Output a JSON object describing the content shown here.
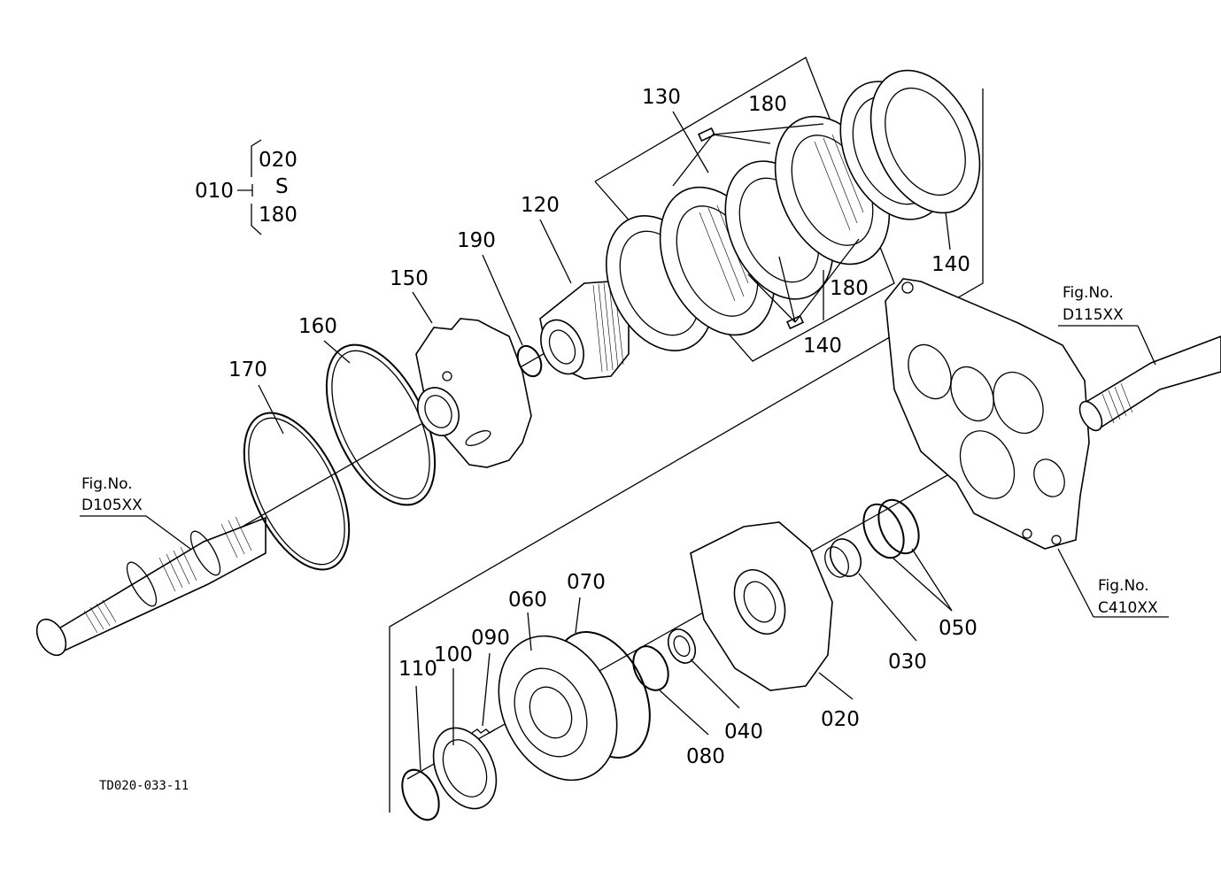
{
  "diagram": {
    "drawing_code": "TD020-033-11",
    "assembly": {
      "main": "010",
      "from": "020",
      "range_mark": "S",
      "to": "180"
    },
    "parts": {
      "p020": "020",
      "p030": "030",
      "p040": "040",
      "p050": "050",
      "p060": "060",
      "p070": "070",
      "p080": "080",
      "p090": "090",
      "p100": "100",
      "p110": "110",
      "p120": "120",
      "p130": "130",
      "p140a": "140",
      "p140b": "140",
      "p150": "150",
      "p160": "160",
      "p170": "170",
      "p180a": "180",
      "p180b": "180",
      "p190": "190"
    },
    "references": {
      "d105": {
        "line1": "Fig.No.",
        "line2": "D105XX"
      },
      "d115": {
        "line1": "Fig.No.",
        "line2": "D115XX"
      },
      "c410": {
        "line1": "Fig.No.",
        "line2": "C410XX"
      }
    }
  }
}
